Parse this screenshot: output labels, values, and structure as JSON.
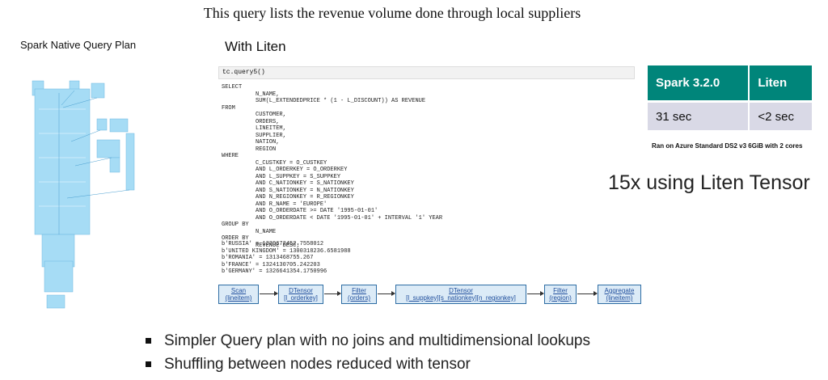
{
  "slide": {
    "title": "This query lists the revenue volume done through local suppliers",
    "spark_label": "Spark Native Query Plan",
    "liten_label": "With Liten"
  },
  "code": {
    "header": "tc.query5()",
    "query": "SELECT\n          N_NAME,\n          SUM(L_EXTENDEDPRICE * (1 - L_DISCOUNT)) AS REVENUE\nFROM\n          CUSTOMER,\n          ORDERS,\n          LINEITEM,\n          SUPPLIER,\n          NATION,\n          REGION\nWHERE\n          C_CUSTKEY = O_CUSTKEY\n          AND L_ORDERKEY = O_ORDERKEY\n          AND L_SUPPKEY = S_SUPPKEY\n          AND C_NATIONKEY = S_NATIONKEY\n          AND S_NATIONKEY = N_NATIONKEY\n          AND N_REGIONKEY = R_REGIONKEY\n          AND R_NAME = 'EUROPE'\n          AND O_ORDERDATE >= DATE '1995-01-01'\n          AND O_ORDERDATE < DATE '1995-01-01' + INTERVAL '1' YEAR\nGROUP BY\n          N_NAME\nORDER BY\n          REVENUE DESC;",
    "results": "b'RUSSIA' = 1339672452.7558012\nb'UNITED KINGDOM' = 1300318236.6581988\nb'ROMANIA' = 1313468755.267\nb'FRANCE' = 1324130705.242203\nb'GERMANY' = 1326641354.1750996"
  },
  "flow": [
    {
      "name": "Scan",
      "detail": "(lineitem)"
    },
    {
      "name": "DTensor",
      "detail": "[l_orderkey]"
    },
    {
      "name": "Filter",
      "detail": "(orders)"
    },
    {
      "name": "DTensor",
      "detail": "[l_suppkey][s_nationkey][n_regionkey]"
    },
    {
      "name": "Filter",
      "detail": "(region)"
    },
    {
      "name": "Aggregate",
      "detail": "(lineitem)"
    }
  ],
  "perf_table": {
    "headers": [
      "Spark 3.2.0",
      "Liten"
    ],
    "values": [
      "31 sec",
      "<2 sec"
    ],
    "header_color": "#00857a",
    "cell_color": "#d9d9e6"
  },
  "run_note": "Ran on Azure Standard DS2 v3 6GiB with 2 cores",
  "speedup": "15x using Liten Tensor",
  "bullets": [
    "Simpler Query plan with no joins and multidimensional lookups",
    "Shuffling between nodes reduced with tensor"
  ]
}
